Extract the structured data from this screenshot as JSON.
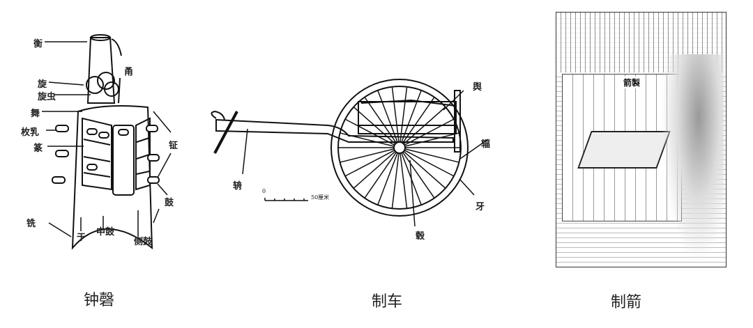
{
  "figures": [
    {
      "caption": "钟磬",
      "labels": [
        "衡",
        "甬",
        "旋",
        "旋虫",
        "舞",
        "枚乳",
        "篆",
        "钲",
        "鼓",
        "铣",
        "于",
        "中鼓",
        "侧鼓"
      ]
    },
    {
      "caption": "制车",
      "labels": [
        "舆",
        "辐",
        "牙",
        "毂",
        "辀"
      ],
      "scale": {
        "start": "0",
        "end": "50厘米"
      }
    },
    {
      "caption": "制箭",
      "inscription": "箭製"
    }
  ]
}
